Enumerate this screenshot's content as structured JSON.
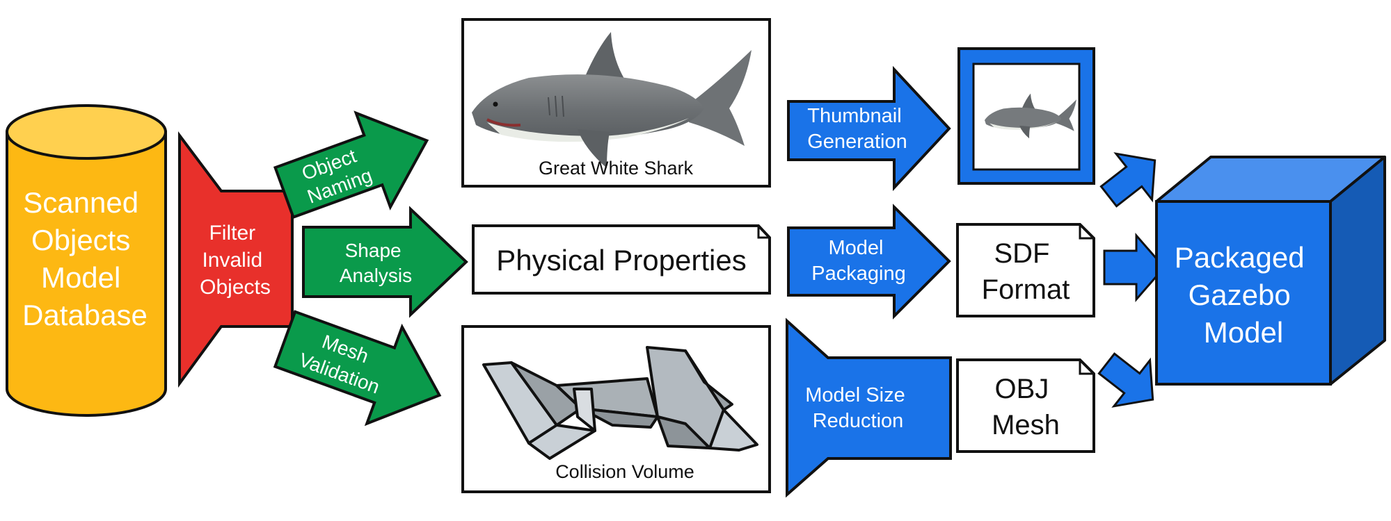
{
  "colors": {
    "database": "#FDB813",
    "database_top": "#FFD04F",
    "filter": "#E8302B",
    "green": "#0A9A4B",
    "blue": "#1A73E8",
    "blue_dark": "#155BB5",
    "blue_light": "#4A90EE",
    "outline": "#111111"
  },
  "database": {
    "line1": "Scanned",
    "line2": "Objects",
    "line3": "Model",
    "line4": "Database"
  },
  "filter": {
    "line1": "Filter",
    "line2": "Invalid",
    "line3": "Objects"
  },
  "green_arrows": {
    "naming": {
      "line1": "Object",
      "line2": "Naming"
    },
    "shape": {
      "line1": "Shape",
      "line2": "Analysis"
    },
    "mesh": {
      "line1": "Mesh",
      "line2": "Validation"
    }
  },
  "panels": {
    "shark_caption": "Great White Shark",
    "physical": "Physical Properties",
    "collision_caption": "Collision Volume"
  },
  "blue_arrows": {
    "thumbnail": {
      "line1": "Thumbnail",
      "line2": "Generation"
    },
    "packaging": {
      "line1": "Model",
      "line2": "Packaging"
    },
    "reduction": {
      "line1": "Model Size",
      "line2": "Reduction"
    }
  },
  "docs": {
    "sdf": {
      "line1": "SDF",
      "line2": "Format"
    },
    "obj": {
      "line1": "OBJ",
      "line2": "Mesh"
    }
  },
  "cube": {
    "line1": "Packaged",
    "line2": "Gazebo",
    "line3": "Model"
  },
  "icons": [
    "shark-image",
    "shark-thumbnail-image",
    "collision-mesh-image",
    "document-icon"
  ]
}
